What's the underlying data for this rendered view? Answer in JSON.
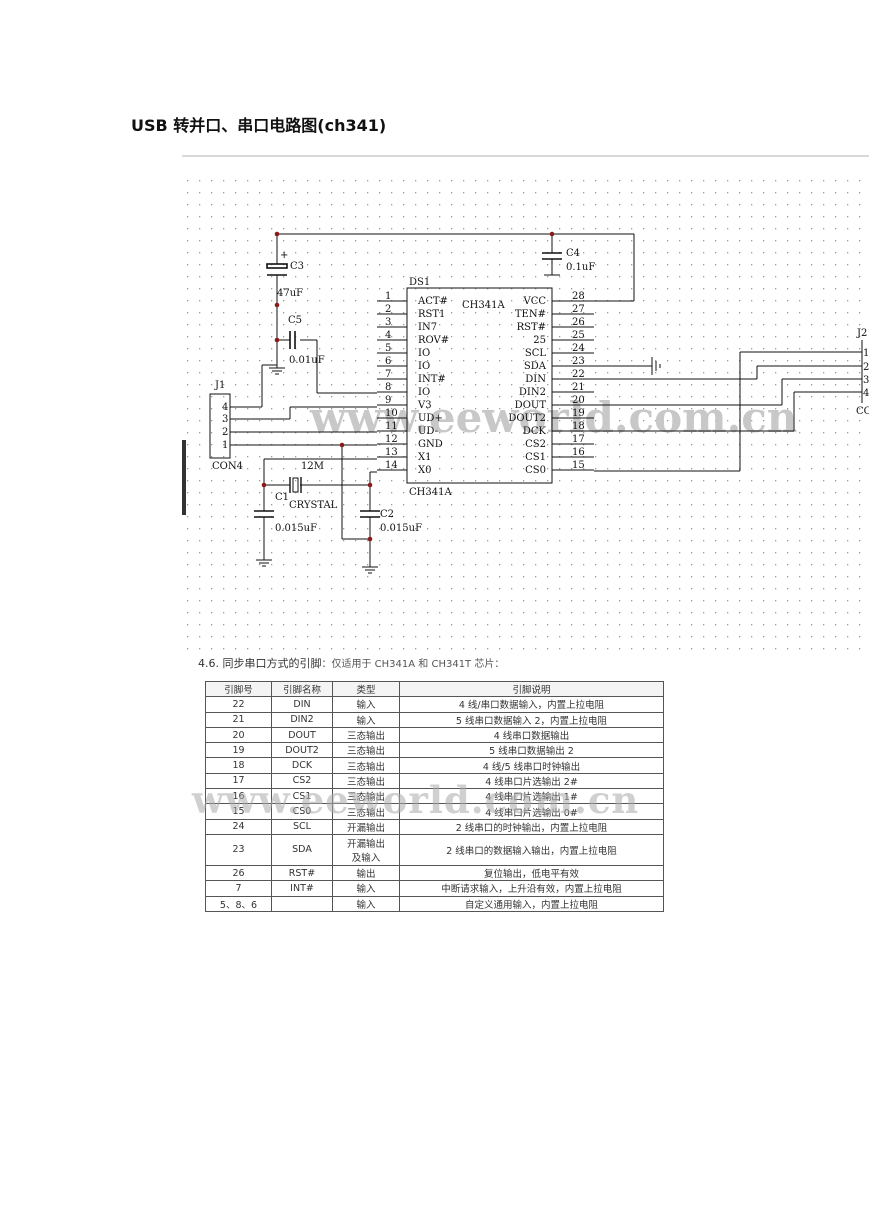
{
  "title": "USB 转并口、串口电路图(ch341)",
  "schematic": {
    "chip": {
      "ref": "DS1",
      "name": "CH341A",
      "left_pins": [
        {
          "num": "1",
          "name": "ACT#"
        },
        {
          "num": "2",
          "name": "RST1"
        },
        {
          "num": "3",
          "name": "IN7"
        },
        {
          "num": "4",
          "name": "ROV#"
        },
        {
          "num": "5",
          "name": "IO"
        },
        {
          "num": "6",
          "name": "IO"
        },
        {
          "num": "7",
          "name": "INT#"
        },
        {
          "num": "8",
          "name": "IO"
        },
        {
          "num": "9",
          "name": "V3"
        },
        {
          "num": "10",
          "name": "UD+"
        },
        {
          "num": "11",
          "name": "UD-"
        },
        {
          "num": "12",
          "name": "GND"
        },
        {
          "num": "13",
          "name": "X1"
        },
        {
          "num": "14",
          "name": "X0"
        }
      ],
      "right_pins": [
        {
          "num": "28",
          "name": "VCC"
        },
        {
          "num": "27",
          "name": "TEN#"
        },
        {
          "num": "26",
          "name": "RST#"
        },
        {
          "num": "25",
          "name": "25"
        },
        {
          "num": "24",
          "name": "SCL"
        },
        {
          "num": "23",
          "name": "SDA"
        },
        {
          "num": "22",
          "name": "DIN"
        },
        {
          "num": "21",
          "name": "DIN2"
        },
        {
          "num": "20",
          "name": "DOUT"
        },
        {
          "num": "19",
          "name": "DOUT2"
        },
        {
          "num": "18",
          "name": "DCK"
        },
        {
          "num": "17",
          "name": "CS2"
        },
        {
          "num": "16",
          "name": "CS1"
        },
        {
          "num": "15",
          "name": "CS0"
        }
      ]
    },
    "c3": {
      "ref": "C3",
      "value": "47uF"
    },
    "c4": {
      "ref": "C4",
      "value": "0.1uF"
    },
    "c5": {
      "ref": "C5",
      "value": "0.01uF"
    },
    "c1": {
      "ref": "C1",
      "value": "0.015uF"
    },
    "c2": {
      "ref": "C2",
      "value": "0.015uF"
    },
    "crystal": {
      "freq": "12M",
      "name": "CRYSTAL"
    },
    "j1": {
      "ref": "J1",
      "name": "CON4",
      "pins": [
        "4",
        "3",
        "2",
        "1"
      ]
    },
    "j2": {
      "ref": "J2",
      "name": "CO",
      "pins": [
        "1",
        "2",
        "3",
        "4"
      ]
    },
    "watermark": "www.eeworld.com.cn"
  },
  "section": {
    "heading": "4.6. 同步串口方式的引脚",
    "note": "：仅适用于 CH341A 和 CH341T 芯片："
  },
  "table": {
    "headers": [
      "引脚号",
      "引脚名称",
      "类型",
      "引脚说明"
    ],
    "rows": [
      [
        "22",
        "DIN",
        "输入",
        "4 线/串口数据输入，内置上拉电阻"
      ],
      [
        "21",
        "DIN2",
        "输入",
        "5 线串口数据输入 2，内置上拉电阻"
      ],
      [
        "20",
        "DOUT",
        "三态输出",
        "4 线串口数据输出"
      ],
      [
        "19",
        "DOUT2",
        "三态输出",
        "5 线串口数据输出 2"
      ],
      [
        "18",
        "DCK",
        "三态输出",
        "4 线/5 线串口时钟输出"
      ],
      [
        "17",
        "CS2",
        "三态输出",
        "4 线串口片选输出 2#"
      ],
      [
        "16",
        "CS1",
        "三态输出",
        "4 线串口片选输出 1#"
      ],
      [
        "15",
        "CS0",
        "三态输出",
        "4 线串口片选输出 0#"
      ],
      [
        "24",
        "SCL",
        "开漏输出",
        "2 线串口的时钟输出，内置上拉电阻"
      ],
      [
        "23",
        "SDA",
        "开漏输出\n及输入",
        "2 线串口的数据输入输出，内置上拉电阻"
      ],
      [
        "26",
        "RST#",
        "输出",
        "复位输出，低电平有效"
      ],
      [
        "7",
        "INT#",
        "输入",
        "中断请求输入，上升沿有效，内置上拉电阻"
      ],
      [
        "5、8、6",
        "",
        "输入",
        "自定义通用输入，内置上拉电阻"
      ]
    ],
    "watermark": "www.eeworld.com.cn"
  }
}
